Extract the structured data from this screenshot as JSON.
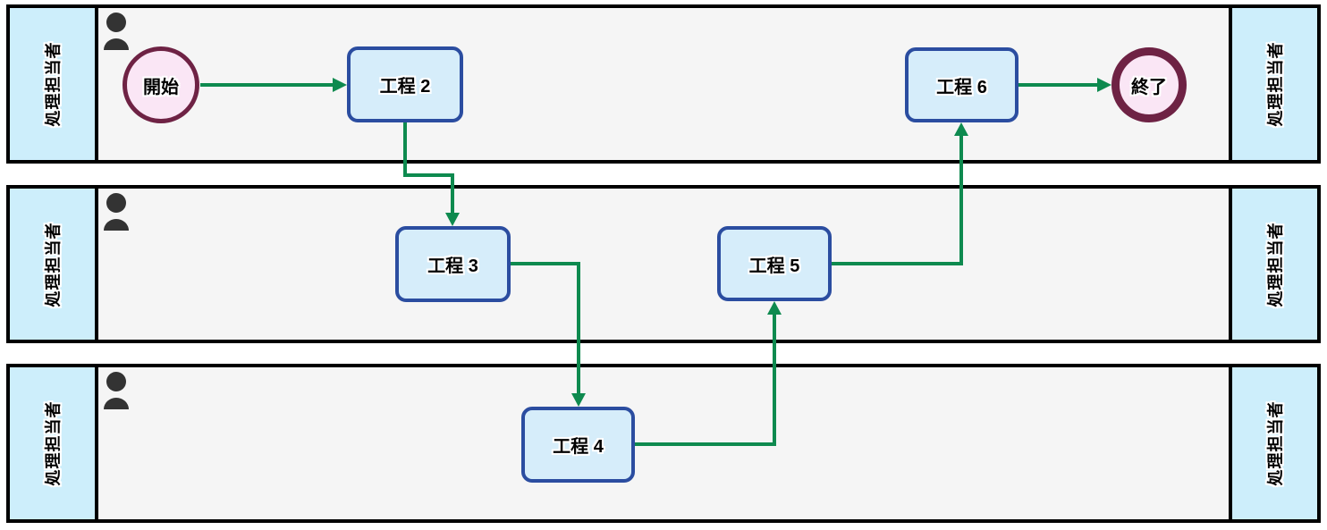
{
  "diagram": {
    "type": "swimlane-flowchart",
    "lanes": [
      {
        "label": "処理担当者"
      },
      {
        "label": "処理担当者"
      },
      {
        "label": "処理担当者"
      }
    ],
    "nodes": {
      "start": {
        "label": "開始",
        "type": "start-event",
        "lane": 1
      },
      "step2": {
        "label": "工程 2",
        "type": "process",
        "lane": 1
      },
      "step3": {
        "label": "工程 3",
        "type": "process",
        "lane": 2
      },
      "step4": {
        "label": "工程 4",
        "type": "process",
        "lane": 3
      },
      "step5": {
        "label": "工程 5",
        "type": "process",
        "lane": 2
      },
      "step6": {
        "label": "工程 6",
        "type": "process",
        "lane": 1
      },
      "end": {
        "label": "終了",
        "type": "end-event",
        "lane": 1
      }
    },
    "edges": [
      {
        "from": "開始",
        "to": "工程 2"
      },
      {
        "from": "工程 2",
        "to": "工程 3"
      },
      {
        "from": "工程 3",
        "to": "工程 4"
      },
      {
        "from": "工程 4",
        "to": "工程 5"
      },
      {
        "from": "工程 5",
        "to": "工程 6"
      },
      {
        "from": "工程 6",
        "to": "終了"
      }
    ],
    "colors": {
      "lane_header_fill": "#cdeefb",
      "lane_body_fill": "#f5f5f5",
      "lane_border": "#000000",
      "process_fill": "#d6edfa",
      "process_border": "#2b4da0",
      "event_fill": "#fae6f5",
      "event_border": "#6e2244",
      "connector": "#0e8a4f",
      "person_icon": "#333333"
    }
  }
}
